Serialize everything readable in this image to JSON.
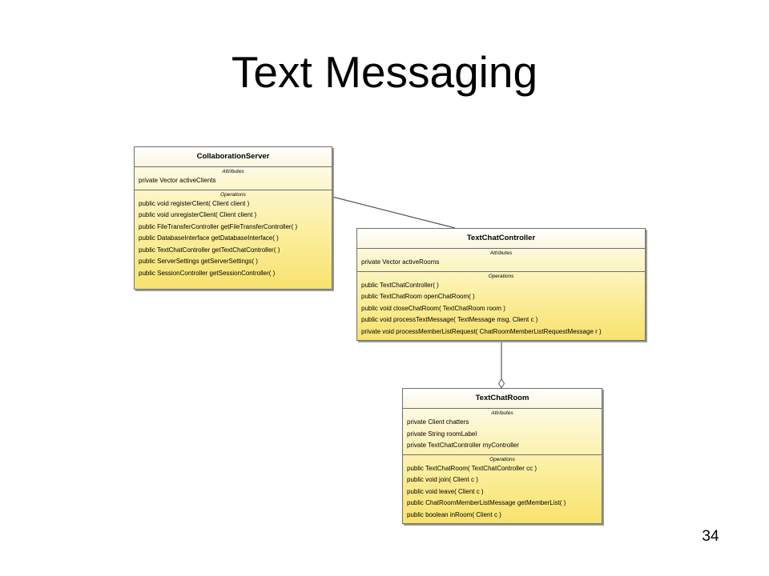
{
  "slide": {
    "title": "Text Messaging",
    "page_number": "34"
  },
  "diagram": {
    "classes": [
      {
        "name": "CollaborationServer",
        "attributes_label": "Attributes",
        "attributes": [
          "private Vector activeClients"
        ],
        "operations_label": "Operations",
        "operations": [
          "public void  registerClient( Client client )",
          "public void  unregisterClient( Client client )",
          "public FileTransferController  getFileTransferController(  )",
          "public DatabaseInterface  getDatabaseInterface(  )",
          "public TextChatController  getTextChatController(  )",
          "public ServerSettings  getServerSettings(  )",
          "public SessionController  getSessionController(  )"
        ]
      },
      {
        "name": "TextChatController",
        "attributes_label": "Attributes",
        "attributes": [
          "private Vector activeRooms"
        ],
        "operations_label": "Operations",
        "operations": [
          "public TextChatController(  )",
          "public TextChatRoom  openChatRoom(  )",
          "public void  closeChatRoom( TextChatRoom room )",
          "public void  processTextMessage( TextMessage msg, Client c )",
          "private void  processMemberListRequest( ChatRoomMemberListRequestMessage r )"
        ]
      },
      {
        "name": "TextChatRoom",
        "attributes_label": "Attributes",
        "attributes": [
          "private Client chatters",
          "private String roomLabel",
          "private TextChatController myController"
        ],
        "operations_label": "Operations",
        "operations": [
          "public TextChatRoom( TextChatController cc )",
          "public void  join( Client c )",
          "public void  leave( Client c )",
          "public ChatRoomMemberListMessage  getMemberList(  )",
          "public boolean  inRoom( Client c )"
        ]
      }
    ],
    "relationships": [
      {
        "from": "CollaborationServer",
        "to": "TextChatController",
        "type": "association"
      },
      {
        "from": "TextChatController",
        "to": "TextChatRoom",
        "type": "aggregation"
      }
    ],
    "colors": {
      "border": "#6f6f6f",
      "fill_top": "#ffffff",
      "fill_bottom": "#f8e26e",
      "connector": "#555555"
    }
  }
}
